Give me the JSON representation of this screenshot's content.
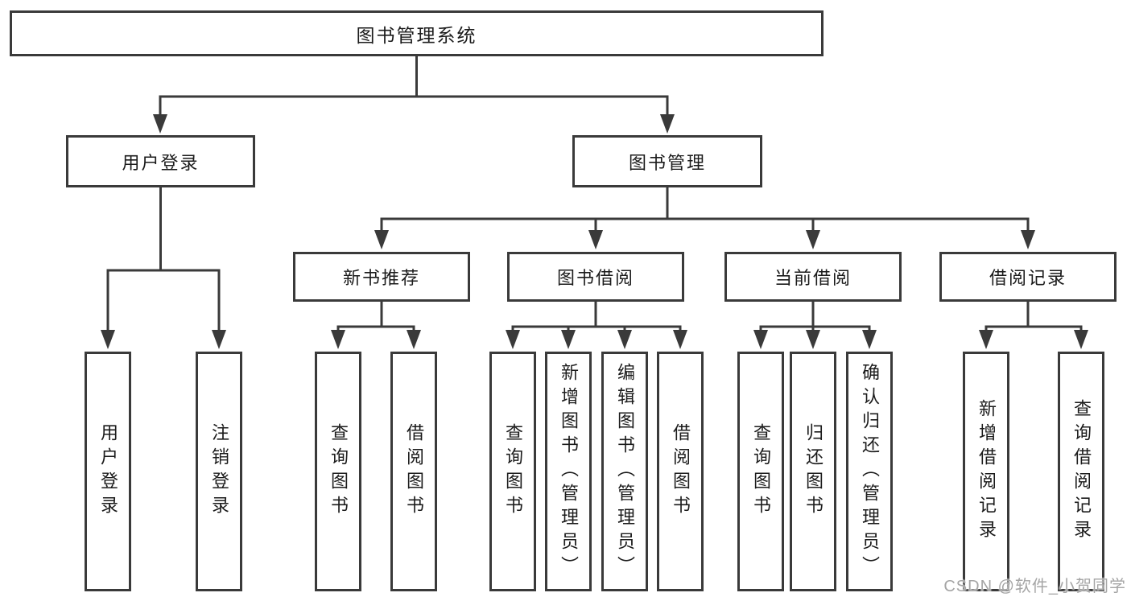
{
  "colors": {
    "line": "#3a3a3a",
    "box_border": "#3a3a3a",
    "box_background": "#ffffff",
    "text": "#1b1b1b",
    "watermark": "#a5a5a5"
  },
  "tree": {
    "label": "图书管理系统",
    "children": [
      {
        "label": "用户登录",
        "children": [
          {
            "label": "用户登录"
          },
          {
            "label": "注销登录"
          }
        ]
      },
      {
        "label": "图书管理",
        "children": [
          {
            "label": "新书推荐",
            "children": [
              {
                "label": "查询图书"
              },
              {
                "label": "借阅图书"
              }
            ]
          },
          {
            "label": "图书借阅",
            "children": [
              {
                "label": "查询图书"
              },
              {
                "label": "新增图书（管理员）"
              },
              {
                "label": "编辑图书（管理员）"
              },
              {
                "label": "借阅图书"
              }
            ]
          },
          {
            "label": "当前借阅",
            "children": [
              {
                "label": "查询图书"
              },
              {
                "label": "归还图书"
              },
              {
                "label": "确认归还（管理员）"
              }
            ]
          },
          {
            "label": "借阅记录",
            "children": [
              {
                "label": "新增借阅记录"
              },
              {
                "label": "查询借阅记录"
              }
            ]
          }
        ]
      }
    ]
  },
  "watermark": {
    "text": "CSDN @软件_小贺同学"
  }
}
